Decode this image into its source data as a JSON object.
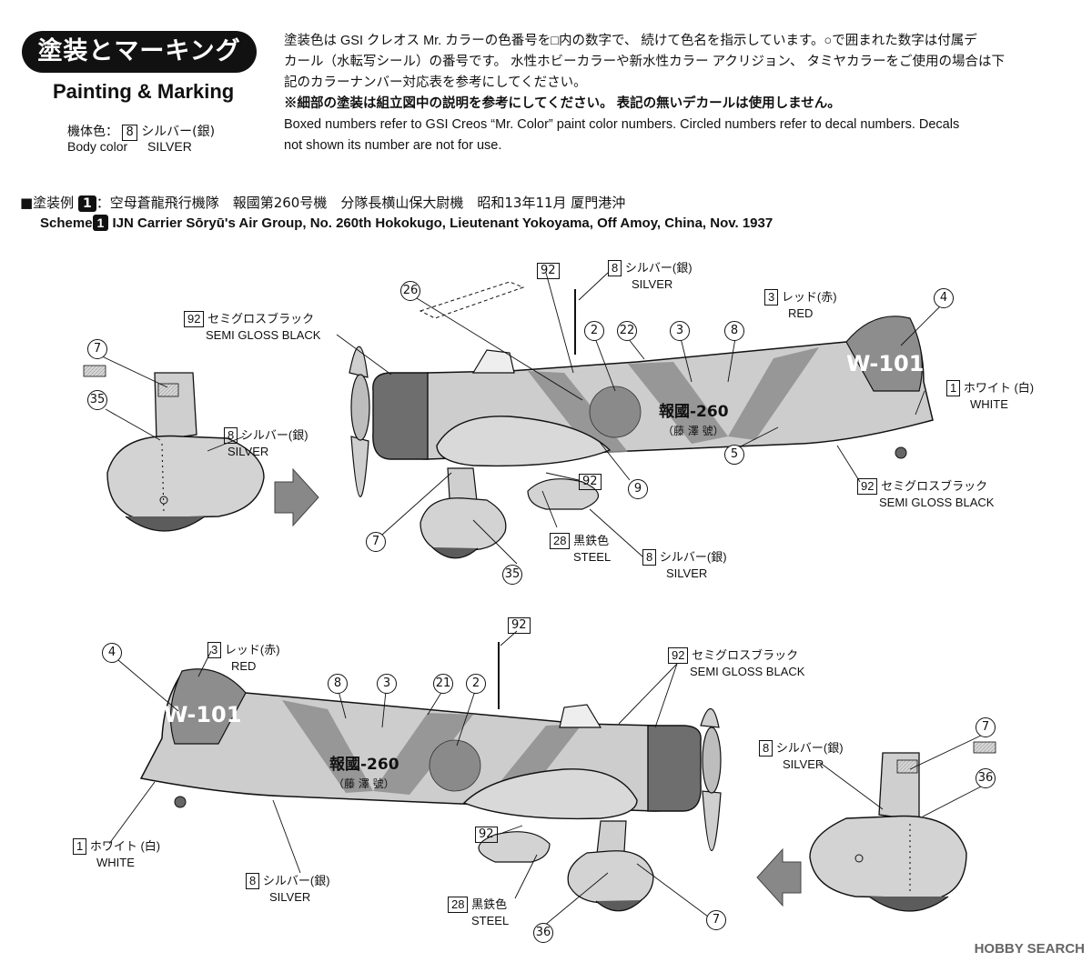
{
  "header": {
    "title_ja": "塗装とマーキング",
    "title_en": "Painting & Marking",
    "body_color_label_ja": "機体色：",
    "body_color_label_en": "Body color",
    "body_color_num": "8",
    "body_color_name_ja": "シルバー(銀)",
    "body_color_name_en": "SILVER"
  },
  "description": {
    "ja_line1": "塗装色は GSI クレオス Mr. カラーの色番号を□内の数字で、 続けて色名を指示しています。○で囲まれた数字は付属デ",
    "ja_line2": "カール（水転写シール）の番号です。 水性ホビーカラーや新水性カラー アクリジョン、 タミヤカラーをご使用の場合は下",
    "ja_line3": "記のカラーナンバー対応表を参考にしてください。",
    "ja_note": "※細部の塗装は組立図中の説明を参考にしてください。 表記の無いデカールは使用しません。",
    "en_line1": "Boxed numbers refer to GSI Creos “Mr. Color” paint color numbers. Circled numbers refer to decal numbers. Decals",
    "en_line2": "not shown its number are not for use."
  },
  "scheme": {
    "prefix_ja": "■塗装例",
    "num": "1",
    "text_ja": "：空母蒼龍飛行機隊　報國第260号機　分隊長横山保大尉機　昭和13年11月 厦門港沖",
    "prefix_en": "Scheme",
    "text_en": "IJN Carrier Sōryū's Air Group, No. 260th Hokokugo, Lieutenant Yokoyama, Off Amoy, China, Nov. 1937"
  },
  "aircraft_markings": {
    "tail_code": "W-101",
    "hokoku": "報國-260",
    "name_sub": "（藤 澤 號）"
  },
  "labels": {
    "c7a": "7",
    "c35a": "35",
    "b8a": "8",
    "b8a_ja": "シルバー(銀)",
    "b8a_en": "SILVER",
    "b92a": "92",
    "b92a_ja": "セミグロスブラック",
    "b92a_en": "SEMI GLOSS BLACK",
    "c26": "26",
    "b92b": "92",
    "b8b": "8",
    "b8b_ja": "シルバー(銀)",
    "b8b_en": "SILVER",
    "c2a": "2",
    "c22": "22",
    "c3a": "3",
    "c8a": "8",
    "b3a": "3",
    "b3a_ja": "レッド(赤)",
    "b3a_en": "RED",
    "c4a": "4",
    "b1a": "1",
    "b1a_ja": "ホワイト (白)",
    "b1a_en": "WHITE",
    "b92c": "92",
    "c9": "9",
    "c5": "5",
    "b92d": "92",
    "b92d_ja": "セミグロスブラック",
    "b92d_en": "SEMI GLOSS BLACK",
    "c7b": "7",
    "b28a": "28",
    "b28a_ja": "黒鉄色",
    "b28a_en": "STEEL",
    "b8c": "8",
    "b8c_ja": "シルバー(銀)",
    "b8c_en": "SILVER",
    "c35b": "35",
    "c4b": "4",
    "b3b": "3",
    "b3b_ja": "レッド(赤)",
    "b3b_en": "RED",
    "b92e": "92",
    "c8b": "8",
    "c3b": "3",
    "c21": "21",
    "c2b": "2",
    "b92f": "92",
    "b92f_ja": "セミグロスブラック",
    "b92f_en": "SEMI GLOSS BLACK",
    "c7c": "7",
    "c36a": "36",
    "b8d": "8",
    "b8d_ja": "シルバー(銀)",
    "b8d_en": "SILVER",
    "b1b": "1",
    "b1b_ja": "ホワイト (白)",
    "b1b_en": "WHITE",
    "b8e": "8",
    "b8e_ja": "シルバー(銀)",
    "b8e_en": "SILVER",
    "b92g": "92",
    "b28b": "28",
    "b28b_ja": "黒鉄色",
    "b28b_en": "STEEL",
    "c36b": "36",
    "c7d": "7"
  },
  "watermark": "HOBBY SEARCH",
  "colors": {
    "silver": "#c9c9c9",
    "gray_band": "#8d8d8d",
    "hinomaru": "#8a8a8a",
    "black": "#111111"
  }
}
